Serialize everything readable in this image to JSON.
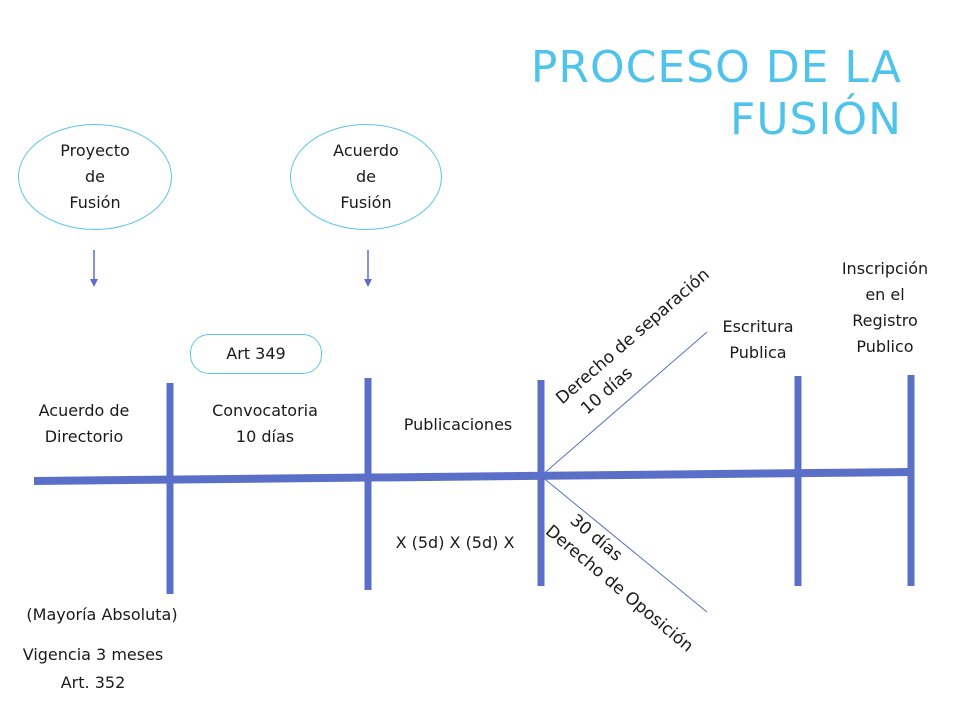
{
  "title": {
    "line1": "PROCESO DE LA",
    "line2": "FUSIÓN"
  },
  "bubbles": {
    "proyecto": [
      "Proyecto",
      "de",
      "Fusión"
    ],
    "acuerdo": [
      "Acuerdo",
      "de",
      "Fusión"
    ],
    "art349": "Art 349"
  },
  "stages": {
    "acuerdo_directorio": [
      "Acuerdo de",
      "Directorio"
    ],
    "convocatoria": [
      "Convocatoria",
      "10 días"
    ],
    "publicaciones": "Publicaciones",
    "escritura": [
      "Escritura",
      "Publica"
    ],
    "inscripcion": [
      "Inscripción",
      "en el",
      "Registro",
      "Publico"
    ]
  },
  "below": {
    "publicaciones_interval": "X (5d) X (5d) X",
    "mayoria": "(Mayoría Absoluta)",
    "vigencia": "Vigencia 3 meses",
    "art352": "Art. 352"
  },
  "branches": {
    "separacion": [
      "Derecho de separación",
      "10 días"
    ],
    "oposicion": [
      "30 días",
      "Derecho de Oposición"
    ]
  },
  "colors": {
    "timeline": "#5a6fc8",
    "title": "#4fc3ea",
    "bubble_border": "#5ec5ea"
  }
}
